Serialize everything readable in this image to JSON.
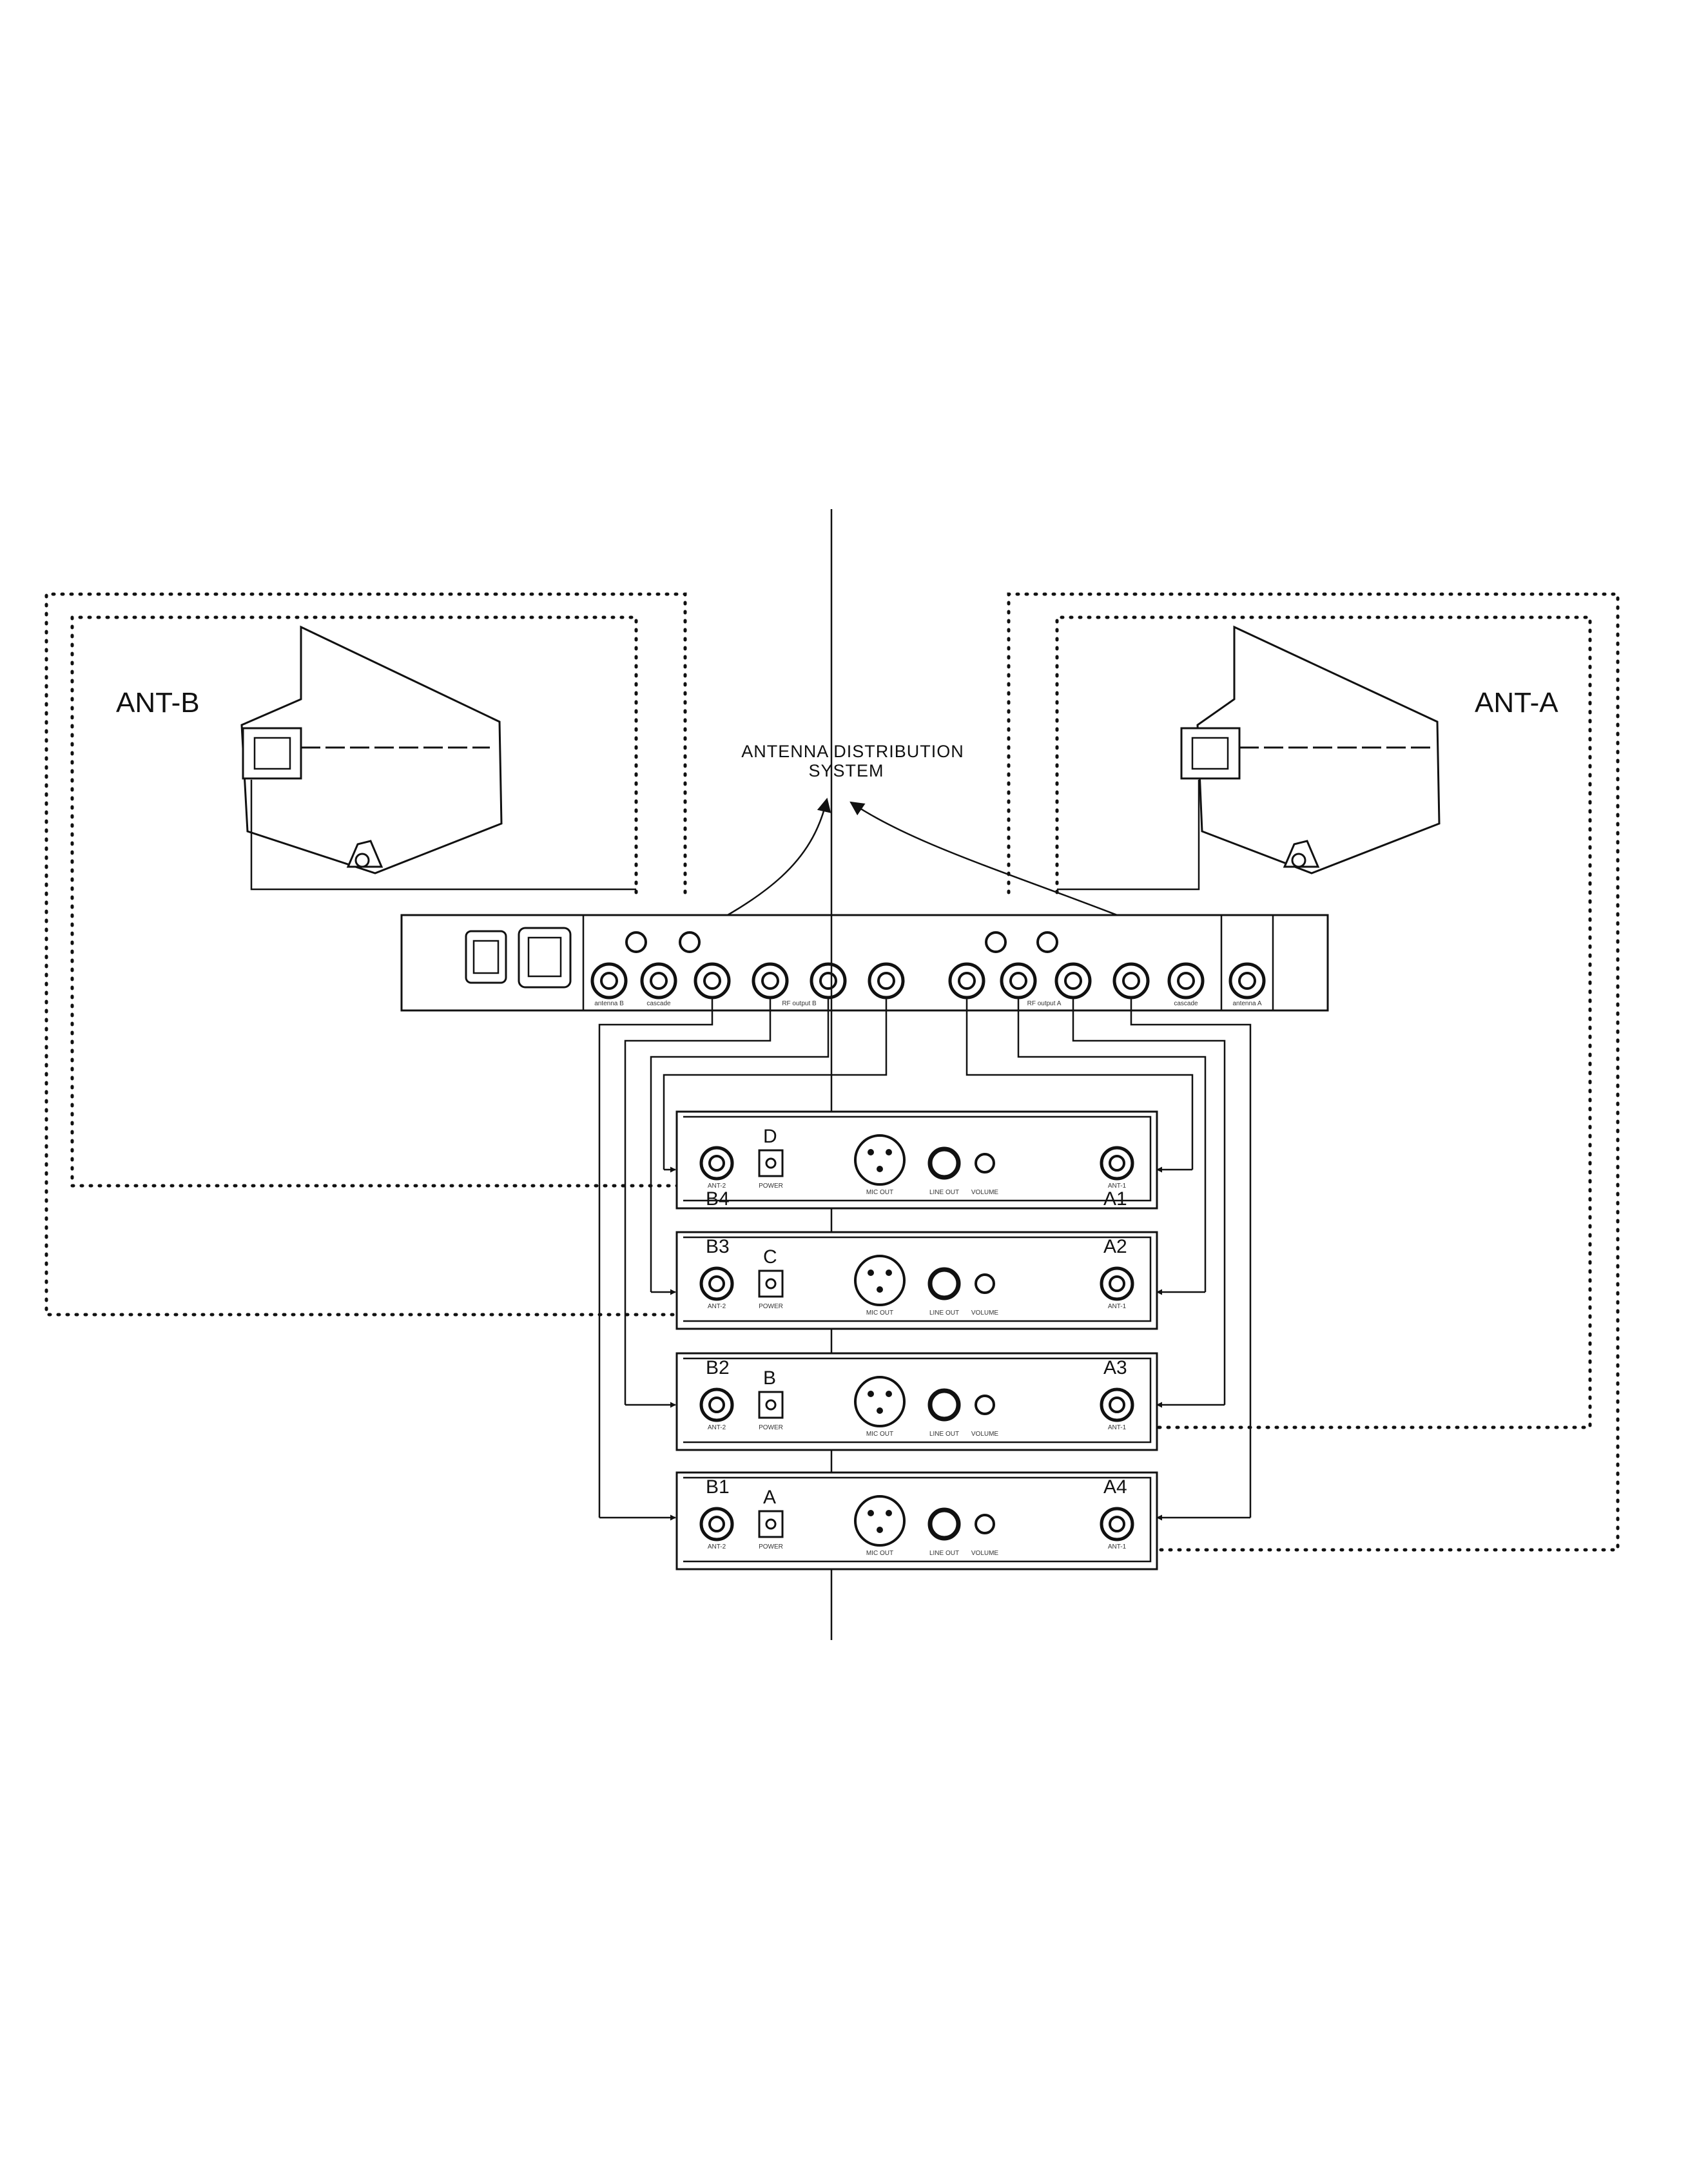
{
  "antennas": {
    "left_label": "ANT-B",
    "right_label": "ANT-A"
  },
  "distribution": {
    "title_line1": "ANTENNA DISTRIBUTION",
    "title_line2": "SYSTEM"
  },
  "receivers": [
    {
      "left_id": "B4",
      "right_id": "A1",
      "power_id": "D"
    },
    {
      "left_id": "B3",
      "right_id": "A2",
      "power_id": "C"
    },
    {
      "left_id": "B2",
      "right_id": "A3",
      "power_id": "B"
    },
    {
      "left_id": "B1",
      "right_id": "A4",
      "power_id": "A"
    }
  ],
  "receiver_panel": {
    "ant2_label": "ANT-2",
    "ant1_label": "ANT-1",
    "power_label": "POWER",
    "mic_out_label": "MIC OUT",
    "line_out_label": "LINE OUT",
    "volume_label": "VOLUME"
  },
  "rack_panel": {
    "antenna_b_label": "antenna B",
    "antenna_a_label": "antenna A",
    "cascade_label": "cascade",
    "rf_output_b_label": "RF output B",
    "rf_output_a_label": "RF output A"
  }
}
